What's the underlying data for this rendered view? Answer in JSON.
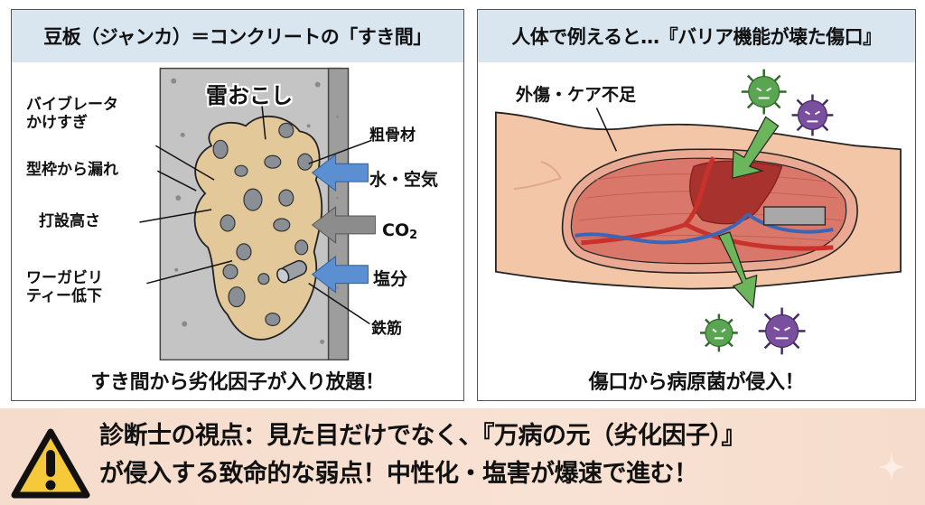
{
  "left_panel": {
    "title": "豆板（ジャンカ）＝コンクリートの「すき間」",
    "caption": "すき間から劣化因子が入り放題！",
    "labels": {
      "honeycomb": "雷おこし",
      "vibrator_line1": "バイブレータ",
      "vibrator_line2": "かけすぎ",
      "formwork_leak": "型枠から漏れ",
      "pour_height": "打設高さ",
      "workability_line1": "ワーガビリ",
      "workability_line2": "ティー低下",
      "coarse_aggregate": "粗骨材",
      "water_air": "水・空気",
      "co2_main": "CO",
      "co2_sub": "2",
      "salt": "塩分",
      "rebar": "鉄筋"
    },
    "colors": {
      "concrete": "#c4c4c4",
      "honeycomb": "#e3c99a",
      "aggregate": "#8a8f96",
      "arrow_blue": "#5b8fd1",
      "arrow_gray": "#8c8c8c"
    }
  },
  "right_panel": {
    "title": "人体で例えると…『バリア機能が壊た傷口』",
    "caption": "傷口から病原菌が侵入！",
    "labels": {
      "injury": "外傷・ケア不足"
    },
    "colors": {
      "skin": "#f3c6a8",
      "muscle": "#d9786a",
      "wound": "#a8322e",
      "artery": "#c9322c",
      "vein": "#3b66b8",
      "arrow_green": "#6bb55a",
      "germ_green": "#5aa552",
      "germ_purple": "#7a4fa0"
    }
  },
  "banner": {
    "line1": "診断士の視点：見た目だけでなく、『万病の元（劣化因子）』",
    "line2": "が侵入する致命的な弱点！中性化・塩害が爆速で進む！",
    "icon": "warning-icon",
    "colors": {
      "background": "#f7dfd0",
      "warning": "#f5c93a"
    }
  },
  "decorations": {
    "corner_icon": "sparkle-icon"
  }
}
